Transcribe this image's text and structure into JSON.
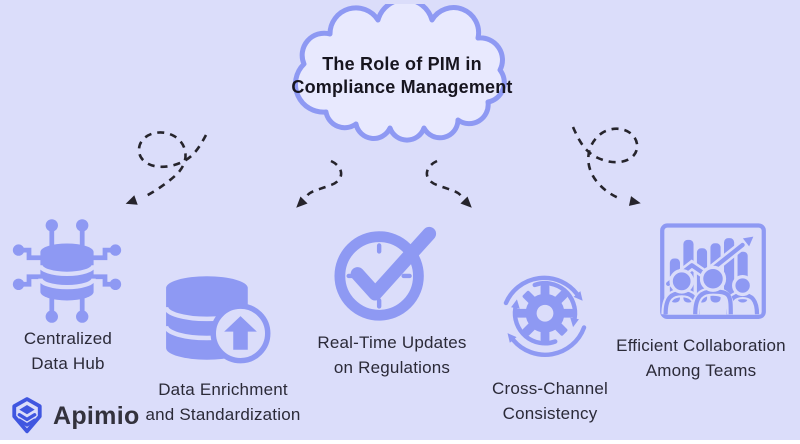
{
  "colors": {
    "background": "#dbddfa",
    "cloud-fill": "#e8e9fe",
    "outline": "#8e99f3",
    "ink": "#17151f",
    "label-ink": "#2b2a38",
    "arrow-ink": "#26242c",
    "logo-blue": "#4056e0",
    "footer-strip": "#ffffff"
  },
  "cloud": {
    "title_line1": "The Role of PIM in",
    "title_line2": "Compliance Management"
  },
  "items": [
    {
      "id": "centralized-data-hub",
      "line1": "Centralized",
      "line2": "Data Hub"
    },
    {
      "id": "data-enrichment-and-standardization",
      "line1": "Data Enrichment",
      "line2": "and Standardization"
    },
    {
      "id": "real-time-updates-on-regulations",
      "line1": "Real-Time Updates",
      "line2": "on Regulations"
    },
    {
      "id": "cross-channel-consistency",
      "line1": "Cross-Channel",
      "line2": "Consistency"
    },
    {
      "id": "efficient-collaboration-among-teams",
      "line1": "Efficient Collaboration",
      "line2": "Among Teams"
    }
  ],
  "brand": {
    "name": "Apimio"
  }
}
